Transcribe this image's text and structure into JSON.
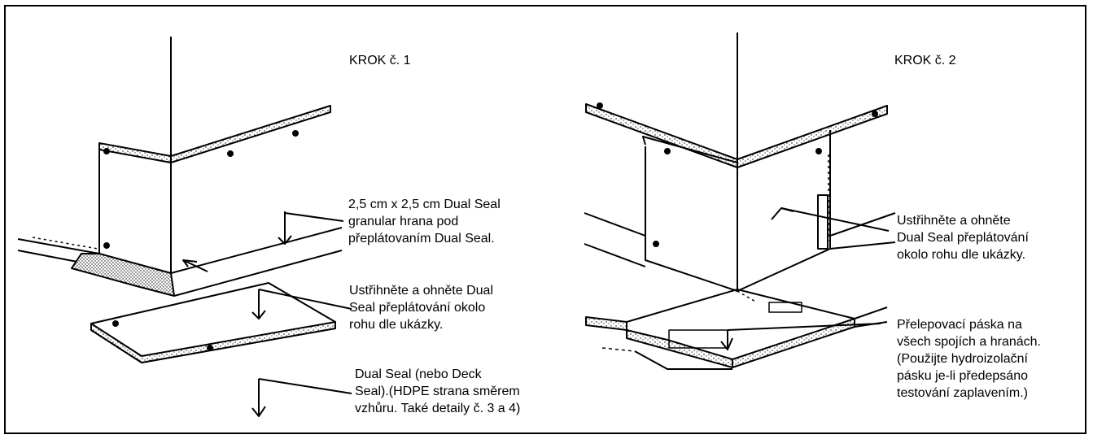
{
  "step1": {
    "title": "KROK č. 1",
    "callout_edge": "2,5 cm x 2,5 cm Dual Seal\ngranular hrana pod\npřeplátovaním Dual Seal.",
    "callout_cut": "Ustřihněte a ohněte Dual\nSeal přeplátování okolo\nrohu dle ukázky.",
    "callout_base": "Dual Seal (nebo Deck\nSeal).(HDPE strana směrem\nvzhůru. Také detaily č. 3 a 4)"
  },
  "step2": {
    "title": "KROK č. 2",
    "callout_cut": "Ustřihněte a ohněte\nDual Seal přeplátování\nokolo rohu dle ukázky.",
    "callout_tape": "Přelepovací páska na\nvšech spojích a hranách.\n(Použijte hydroizolační\npásku je-li předepsáno\ntestování zaplavením.)"
  },
  "colors": {
    "line": "#000000",
    "background": "#ffffff"
  }
}
